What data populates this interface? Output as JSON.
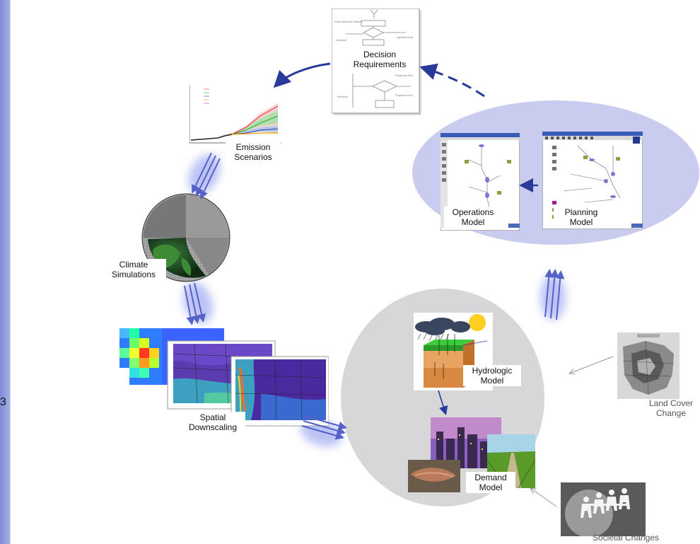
{
  "left_edge_text": "3",
  "labels": {
    "decision": [
      "Decision",
      "Requirements"
    ],
    "emission": [
      "Emission",
      "Scenarios"
    ],
    "climate": [
      "Climate",
      "Simulations"
    ],
    "spatial": [
      "Spatial",
      "Downscaling"
    ],
    "operations": [
      "Operations",
      "Model"
    ],
    "planning": [
      "Planning",
      "Model"
    ],
    "hydrologic": [
      "Hydrologic",
      "Model"
    ],
    "demand": [
      "Demand",
      "Model"
    ],
    "landcover": [
      "Land Cover",
      "Change"
    ],
    "societal": "Societal Changes"
  },
  "colors": {
    "arrow_blue": "#2a3a9c",
    "flow_blue": "#5560c8",
    "glow_blue": "#b8c0f4",
    "ellipse_blue": "#c9ccef",
    "ellipse_gray": "#d7d7d9",
    "map_purple": "#4b2aa0"
  },
  "icons": {
    "globe": "globe-cutaway-icon",
    "flowchart": "flowchart-doc-icon",
    "chart": "emission-chart-icon",
    "hydro": "hydrologic-block-icon",
    "city": "city-skyline-photo",
    "field": "irrigated-field-photo",
    "people": "paper-people-chain-icon",
    "map": "land-cover-map-icon"
  }
}
